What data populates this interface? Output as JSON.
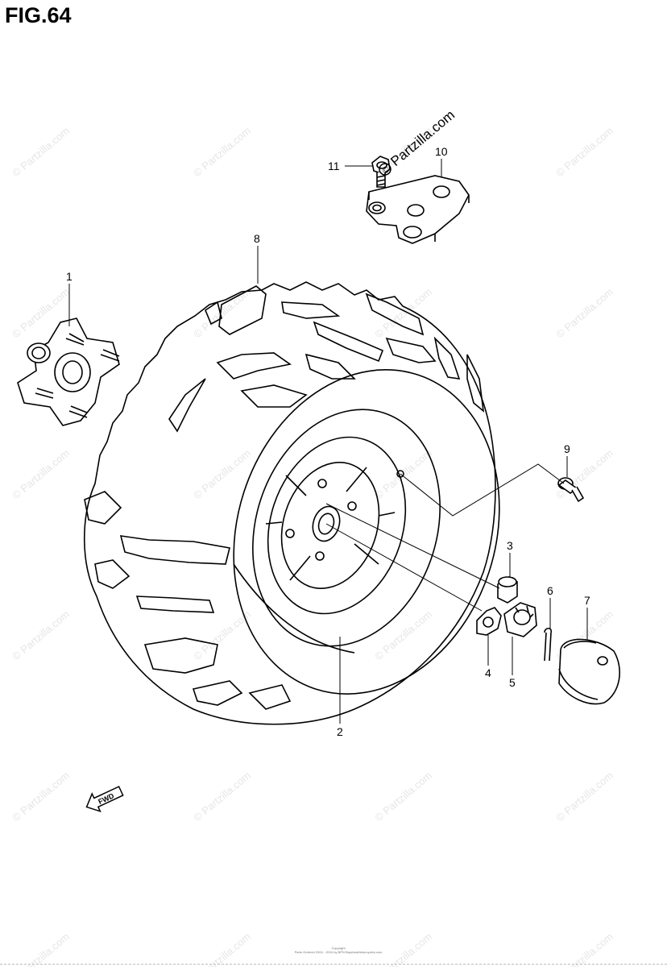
{
  "figure": {
    "title": "FIG.64",
    "fwd_label": "FWD"
  },
  "callouts": [
    "1",
    "2",
    "3",
    "4",
    "5",
    "6",
    "7",
    "8",
    "9",
    "10",
    "11"
  ],
  "watermark": {
    "text": "© Partzilla.com",
    "header_text": "Partzilla.com"
  },
  "footer": {
    "line1": "Copyright",
    "line2": "Parts Ordered 2004 - 2024 by BPN BayAreaMotorcycles.com"
  },
  "colors": {
    "line": "#000000",
    "watermark": "#e6e6e6",
    "background": "#ffffff"
  }
}
